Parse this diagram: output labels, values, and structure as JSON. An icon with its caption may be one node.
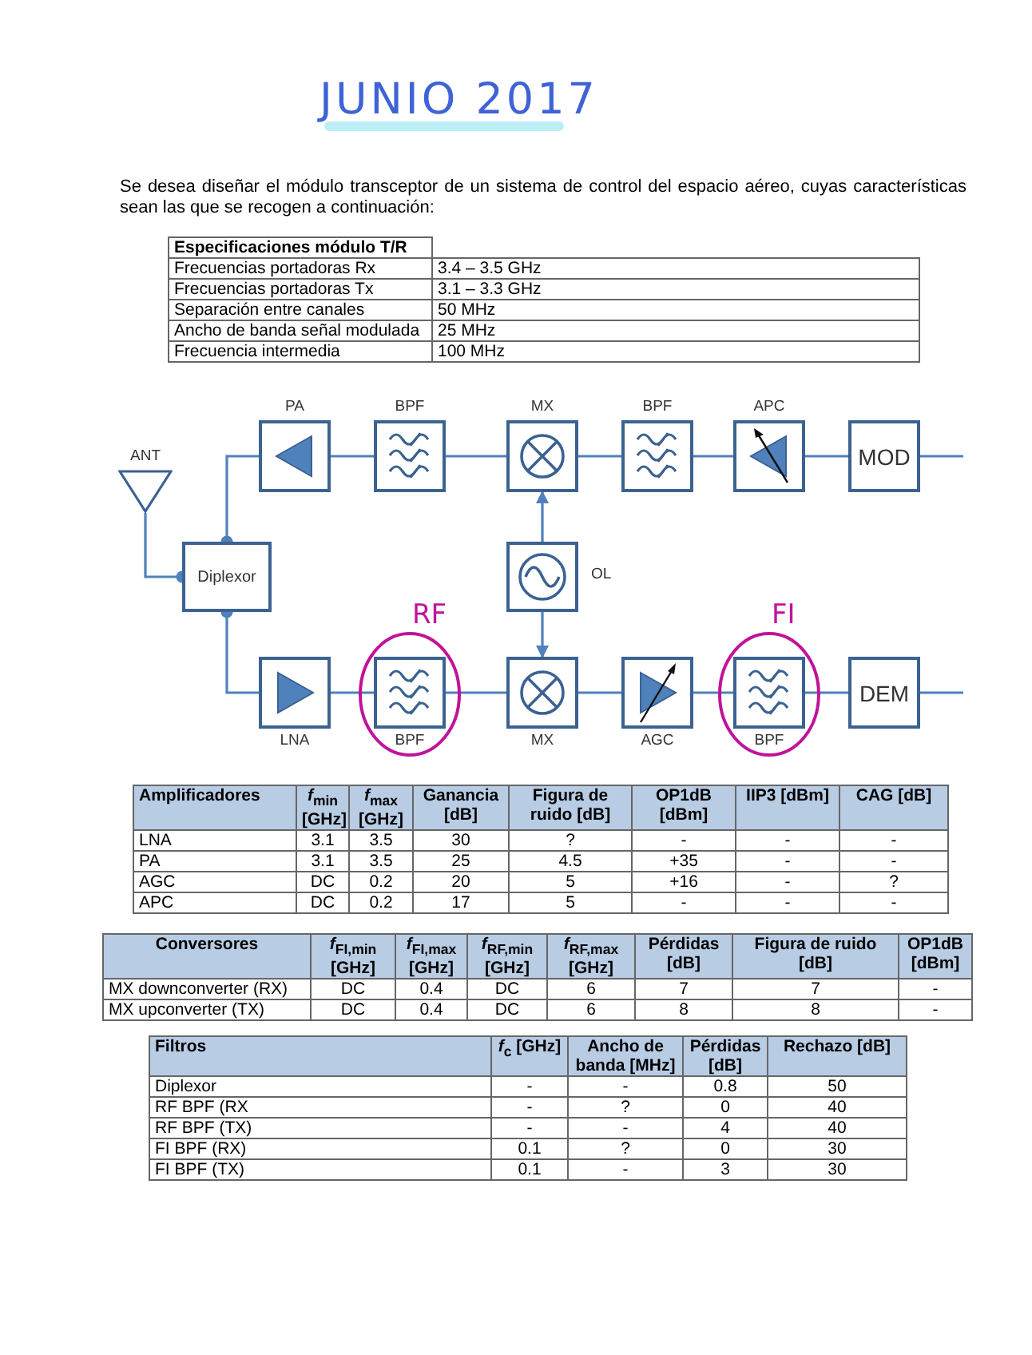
{
  "diagram": {
    "title": "JUNIO 2017",
    "nodes": [
      {
        "text": [
          "ANT"
        ]
      },
      {
        "text": [
          "Diplexor"
        ]
      },
      {
        "text": [
          "PA"
        ]
      },
      {
        "text": [
          "BPF"
        ]
      },
      {
        "text": [
          "MX"
        ]
      },
      {
        "text": [
          "BPF"
        ]
      },
      {
        "text": [
          "APC"
        ]
      },
      {
        "text": [
          "MOD"
        ]
      },
      {
        "text": [
          "LNA"
        ]
      },
      {
        "text": [
          "BPF"
        ],
        "beside": [
          "RF"
        ]
      },
      {
        "text": [
          "MX"
        ]
      },
      {
        "text": [
          "AGC"
        ]
      },
      {
        "text": [
          "BPF"
        ],
        "beside": [
          "FI"
        ]
      },
      {
        "text": [
          "DEM"
        ]
      },
      {
        "text": [
          "OL"
        ]
      }
    ],
    "edges": [
      {
        "from": 0,
        "to": 1,
        "arrow": "other"
      },
      {
        "from": 1,
        "to": 2,
        "arrow": "other"
      },
      {
        "from": 2,
        "to": 3,
        "arrow": "none"
      },
      {
        "from": 3,
        "to": 4,
        "arrow": "none"
      },
      {
        "from": 4,
        "to": 5,
        "arrow": "none"
      },
      {
        "from": 5,
        "to": 6,
        "arrow": "none"
      },
      {
        "from": 6,
        "to": 7,
        "arrow": "none"
      },
      {
        "from": 7,
        "to": null,
        "arrow": "none"
      },
      {
        "from": 1,
        "to": 8,
        "arrow": "other"
      },
      {
        "from": 8,
        "to": 9,
        "arrow": "none"
      },
      {
        "from": 9,
        "to": 10,
        "arrow": "none"
      },
      {
        "from": 10,
        "to": 11,
        "arrow": "none"
      },
      {
        "from": 11,
        "to": 12,
        "arrow": "none"
      },
      {
        "from": 12,
        "to": 13,
        "arrow": "none"
      },
      {
        "from": 13,
        "to": null,
        "arrow": "none"
      },
      {
        "from": 14,
        "to": 4,
        "arrow": "to"
      },
      {
        "from": 14,
        "to": 10,
        "arrow": "to"
      }
    ],
    "labels": [
      "Se desea diseñar el módulo transceptor de un sistema de control del espacio aéreo, cuyas características sean las que se recogen a continuación:",
      "Especificaciones módulo T/R",
      "Frecuencias portadoras Rx",
      "3.4 – 3.5 GHz",
      "Frecuencias portadoras Tx",
      "3.1 – 3.3 GHz",
      "Separación entre canales",
      "50 MHz",
      "Ancho de banda señal modulada",
      "25 MHz",
      "Frecuencia intermedia",
      "100 MHz",
      "Amplificadores",
      "*f*$_{min}$ [GHz]",
      "*f*$_{max}$ [GHz]",
      "Ganancia [dB]",
      "Figura de ruido [dB]",
      "OP1dB [dBm]",
      "IIP3 [dBm]",
      "CAG [dB]",
      "LNA",
      "3.1",
      "3.5",
      "30",
      "?",
      "-",
      "-",
      "-",
      "PA",
      "3.1",
      "3.5",
      "25",
      "4.5",
      "+35",
      "-",
      "-",
      "AGC",
      "DC",
      "0.2",
      "20",
      "5",
      "+16",
      "-",
      "?",
      "APC",
      "DC",
      "0.2",
      "17",
      "5",
      "-",
      "-",
      "-",
      "Conversores",
      "*f*$_{FI,min}$ [GHz]",
      "*f*$_{FI,max}$ [GHz]",
      "*f*$_{RF,min}$ [GHz]",
      "*f*$_{RF,max}$ [GHz]",
      "Pérdidas [dB]",
      "Figura de ruido [dB]",
      "OP1dB [dBm]",
      "MX downconverter (RX)",
      "DC",
      "0.4",
      "DC",
      "6",
      "7",
      "7",
      "-",
      "MX upconverter (TX)",
      "DC",
      "0.4",
      "DC",
      "6",
      "8",
      "8",
      "-",
      "Filtros",
      "*f*$_{c}$ [GHz]",
      "Ancho de banda [MHz]",
      "Pérdidas [dB]",
      "Rechazo [dB]",
      "Diplexor",
      "-",
      "-",
      "0.8",
      "50",
      "RF BPF (RX",
      "-",
      "?",
      "0",
      "40",
      "RF BPF (TX)",
      "-",
      "-",
      "4",
      "40",
      "FI BPF (RX)",
      "0.1",
      "?",
      "0",
      "30",
      "FI BPF (TX)",
      "0.1",
      "-",
      "3",
      "30"
    ]
  }
}
